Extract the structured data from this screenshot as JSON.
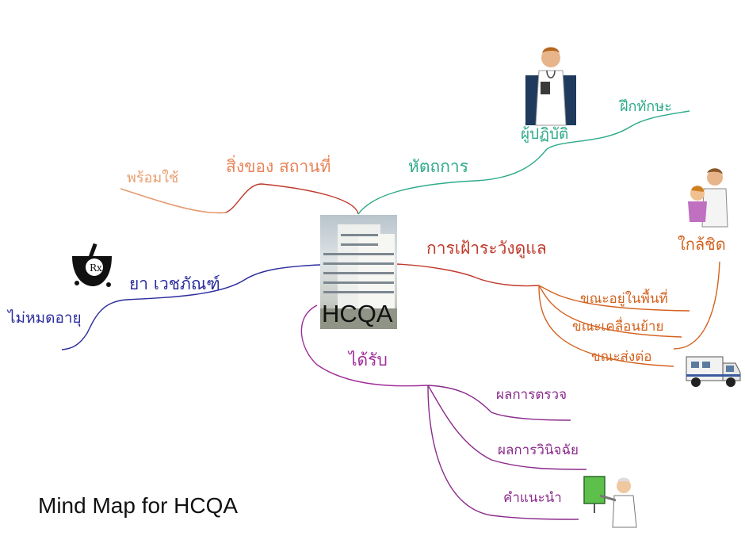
{
  "central": {
    "title": "HCQA"
  },
  "caption": "Mind Map for HCQA",
  "colors": {
    "brown": "#c0392b",
    "peach": "#e8a070",
    "teal": "#2eaa8a",
    "orange": "#d4621f",
    "magenta": "#a02c9a",
    "purple": "#8a2a8a",
    "navy": "#2c2c9c"
  },
  "branches": {
    "facilities": {
      "label": "สิ่งของ สถานที่",
      "child": "พร้อมใช้"
    },
    "procedures": {
      "label": "หัตถการ",
      "practitioner": "ผู้ปฏิบัติ",
      "training": "ฝึกทักษะ"
    },
    "monitoring": {
      "label": "การเฝ้าระวังดูแล",
      "close": "ใกล้ชิด",
      "children": [
        "ขณะอยู่ในพื้นที่",
        "ขณะเคลื่อนย้าย",
        "ขณะส่งต่อ"
      ]
    },
    "received": {
      "label": "ได้รับ",
      "children": [
        "ผลการตรวจ",
        "ผลการวินิจฉัย",
        "คำแนะนำ"
      ]
    },
    "medicine": {
      "label": "ยา เวชภัณฑ์",
      "child": "ไม่หมดอายุ"
    }
  },
  "icons": [
    "hospital-building-icon",
    "doctor-icon",
    "nurse-with-child-icon",
    "pharmacy-rx-icon",
    "ambulance-icon",
    "doctor-at-board-icon"
  ]
}
